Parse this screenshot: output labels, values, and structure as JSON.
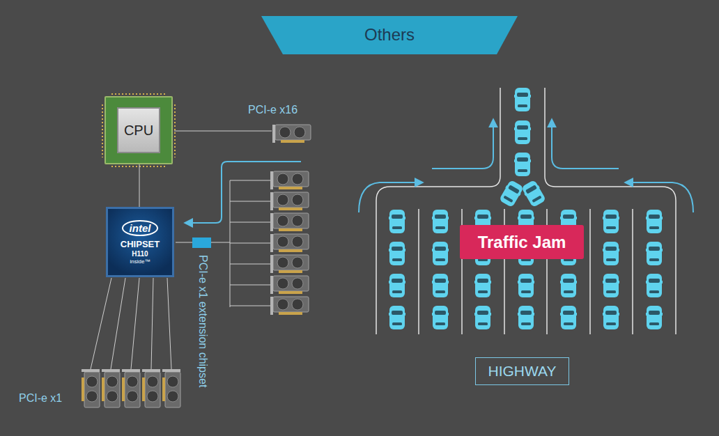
{
  "diagram": {
    "title": "Others",
    "nodes": [
      {
        "text": [
          "CPU"
        ]
      },
      {
        "text": [
          "intel",
          "CHIPSET",
          "H110",
          "inside™"
        ]
      },
      {
        "text": [
          "Traffic Jam"
        ]
      },
      {
        "text": [
          "HIGHWAY"
        ]
      }
    ],
    "edges": [
      {
        "from": 0,
        "to": 1,
        "arrow": "none"
      }
    ],
    "labels": [
      "PCI-e x16",
      "PCI-e x1",
      "PCI-e x1 extension chipset"
    ]
  }
}
